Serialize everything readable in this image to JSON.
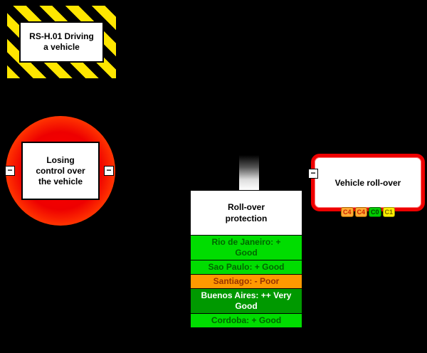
{
  "diagram": {
    "hazard": {
      "label": "RS-H.01 Driving a vehicle"
    },
    "top_event": {
      "label": "Losing control over the vehicle"
    },
    "barrier": {
      "title": "Roll-over protection",
      "ratings": [
        {
          "label": "Rio de Janeiro: + Good",
          "bg": "#00dd00",
          "fg": "#006600"
        },
        {
          "label": "Sao Paulo: + Good",
          "bg": "#00dd00",
          "fg": "#006600"
        },
        {
          "label": "Santiago: - Poor",
          "bg": "#ff9900",
          "fg": "#993300"
        },
        {
          "label": "Buenos Aires: ++ Very Good",
          "bg": "#009900",
          "fg": "#ffffff"
        },
        {
          "label": "Cordoba: + Good",
          "bg": "#00dd00",
          "fg": "#006600"
        }
      ]
    },
    "consequence": {
      "label": "Vehicle roll-over",
      "categories": [
        {
          "label": "C4",
          "bg": "#ffaa33",
          "fg": "#cc2200",
          "border": "#aa6600"
        },
        {
          "label": "C4",
          "bg": "#ffaa33",
          "fg": "#cc2200",
          "border": "#aa6600"
        },
        {
          "label": "C0",
          "bg": "#00cc00",
          "fg": "#004400",
          "border": "#006600"
        },
        {
          "label": "C1",
          "bg": "#ffee00",
          "fg": "#776600",
          "border": "#999900"
        }
      ]
    },
    "collapse_glyph": "−",
    "colors": {
      "background": "#000000",
      "hazard_stripe_yellow": "#ffe600",
      "top_event_red": "#ff0000",
      "barrier_background": "#ffffff",
      "consequence_border_red": "#ee0000"
    }
  }
}
